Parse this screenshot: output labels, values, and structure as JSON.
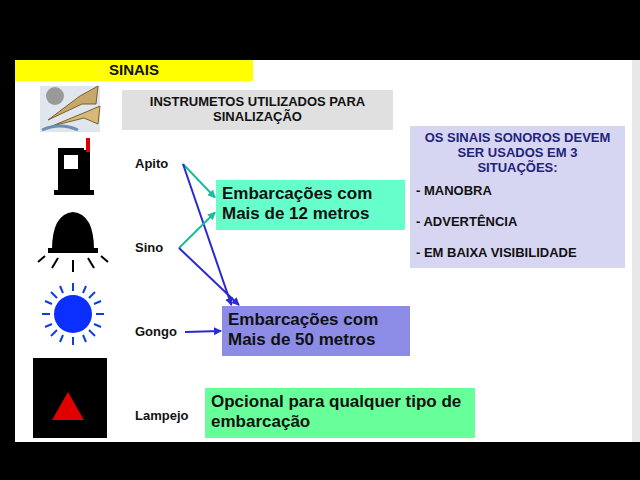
{
  "diagram": {
    "nodes": [
      {
        "text": [
          "SINAIS"
        ]
      },
      {
        "text": [
          "INSTRUMETOS UTILIZADOS PARA SINALIZAÇÃO"
        ]
      },
      {
        "text": [
          "Apito"
        ]
      },
      {
        "text": [
          "Embarcações com Mais de 12 metros"
        ]
      },
      {
        "text": [
          "OS SINAIS SONOROS DEVEM SER USADOS EM 3 SITUAÇÕES:",
          "- MANOBRA",
          "- ADVERTÊNCIA",
          "- EM BAIXA VISIBILIDADE"
        ]
      },
      {
        "text": [
          "Sino"
        ]
      },
      {
        "text": [
          "Gongo"
        ]
      },
      {
        "text": [
          "Embarcações com Mais de 50 metros"
        ]
      },
      {
        "text": [
          "Lampejo"
        ]
      },
      {
        "text": [
          "Opcional para qualquer tipo de embarcação"
        ]
      }
    ],
    "edges": [
      {
        "from": 2,
        "to": 3,
        "arrow": "to"
      },
      {
        "from": 2,
        "to": 7,
        "arrow": "to"
      },
      {
        "from": 5,
        "to": 3,
        "arrow": "to"
      },
      {
        "from": 5,
        "to": 7,
        "arrow": "to"
      },
      {
        "from": 6,
        "to": 7,
        "arrow": "to"
      }
    ]
  }
}
